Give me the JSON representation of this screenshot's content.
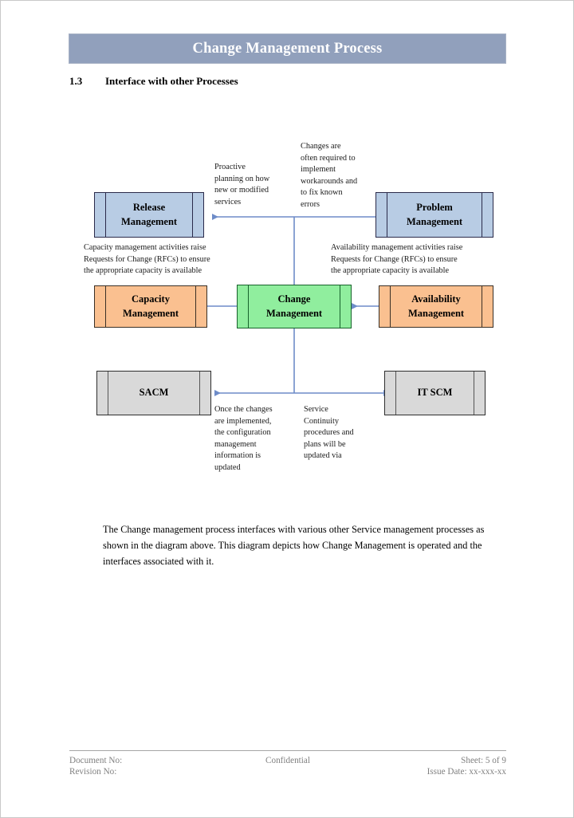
{
  "header": {
    "title": "Change Management Process"
  },
  "section": {
    "number": "1.3",
    "title": "Interface with other Processes"
  },
  "diagram": {
    "boxes": [
      {
        "id": "release",
        "label": "Release\nManagement",
        "color": "#B8CCE4"
      },
      {
        "id": "problem",
        "label": "Problem\nManagement",
        "color": "#B8CCE4"
      },
      {
        "id": "capacity",
        "label": "Capacity\nManagement",
        "color": "#FAC090"
      },
      {
        "id": "change",
        "label": "Change\nManagement",
        "color": "#90EE9E"
      },
      {
        "id": "availability",
        "label": "Availability\nManagement",
        "color": "#FAC090"
      },
      {
        "id": "sacm",
        "label": "SACM",
        "color": "#D9D9D9"
      },
      {
        "id": "itscm",
        "label": "IT SCM",
        "color": "#D9D9D9"
      }
    ],
    "notes": {
      "release_note": "Proactive\nplanning on how\nnew or modified\nservices",
      "problem_note": "Changes are\noften required to\nimplement\nworkarounds and\nto fix known\nerrors",
      "capacity_note": "Capacity management activities raise\nRequests for Change (RFCs) to ensure\nthe appropriate capacity is available",
      "availability_note": "Availability management activities raise\nRequests for Change (RFCs) to ensure\nthe appropriate capacity is available",
      "sacm_note": "Once the changes\nare implemented,\nthe configuration\nmanagement\ninformation is\nupdated",
      "itscm_note": "Service\nContinuity\nprocedures and\nplans will be\nupdated via"
    },
    "connector_color": "#6E8CC8"
  },
  "body": {
    "paragraph": "The Change management process interfaces with various other Service management processes as shown in the diagram above. This diagram depicts how Change Management is operated and the interfaces associated with it."
  },
  "footer": {
    "document_no": "Document No:",
    "revision_no": "Revision No:",
    "confidential": "Confidential",
    "sheet": "Sheet: 5 of 9",
    "issue_date": "Issue Date: xx-xxx-xx"
  }
}
